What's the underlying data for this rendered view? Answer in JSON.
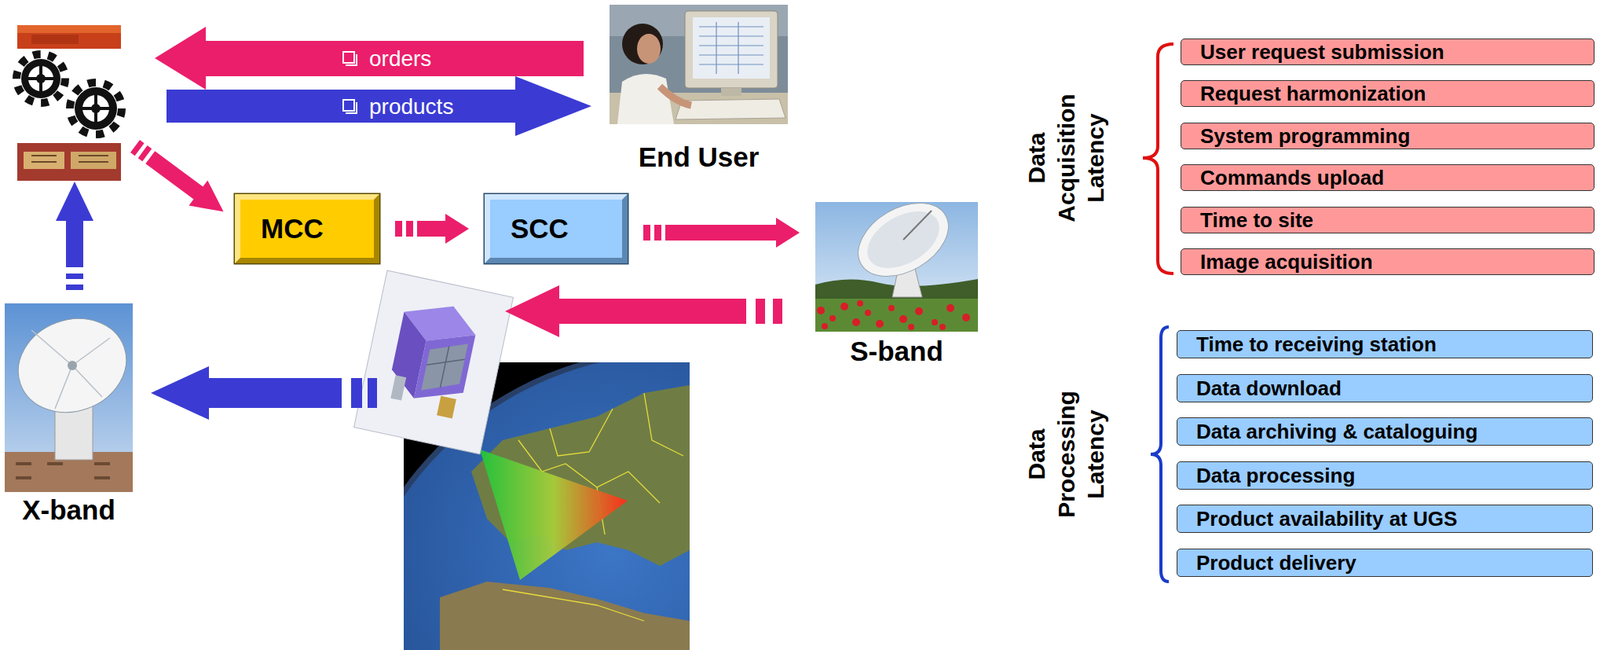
{
  "diagram": {
    "nodes": [
      {
        "text": [
          "End User"
        ]
      },
      {
        "text": [
          "MCC"
        ]
      },
      {
        "text": [
          "SCC"
        ]
      },
      {
        "text": [
          "S-band"
        ]
      },
      {
        "text": [
          "X-band"
        ]
      },
      {
        "text": [
          "User request submission"
        ]
      },
      {
        "text": [
          "Request harmonization"
        ]
      },
      {
        "text": [
          "System programming"
        ]
      },
      {
        "text": [
          "Commands upload"
        ]
      },
      {
        "text": [
          "Time to site"
        ]
      },
      {
        "text": [
          "Image acquisition"
        ]
      },
      {
        "text": [
          "Time to receiving station"
        ]
      },
      {
        "text": [
          "Data download"
        ]
      },
      {
        "text": [
          "Data archiving & cataloguing"
        ]
      },
      {
        "text": [
          "Data processing"
        ]
      },
      {
        "text": [
          "Product availability at UGS"
        ]
      },
      {
        "text": [
          "Product delivery"
        ]
      }
    ],
    "edges": [
      {
        "from": 1,
        "to": 2,
        "arrow": "to"
      },
      {
        "from": 2,
        "to": 3,
        "arrow": "to"
      }
    ],
    "labels": [
      "orders",
      "products",
      "Data Acquisition Latency",
      "Data Processing Latency"
    ]
  }
}
